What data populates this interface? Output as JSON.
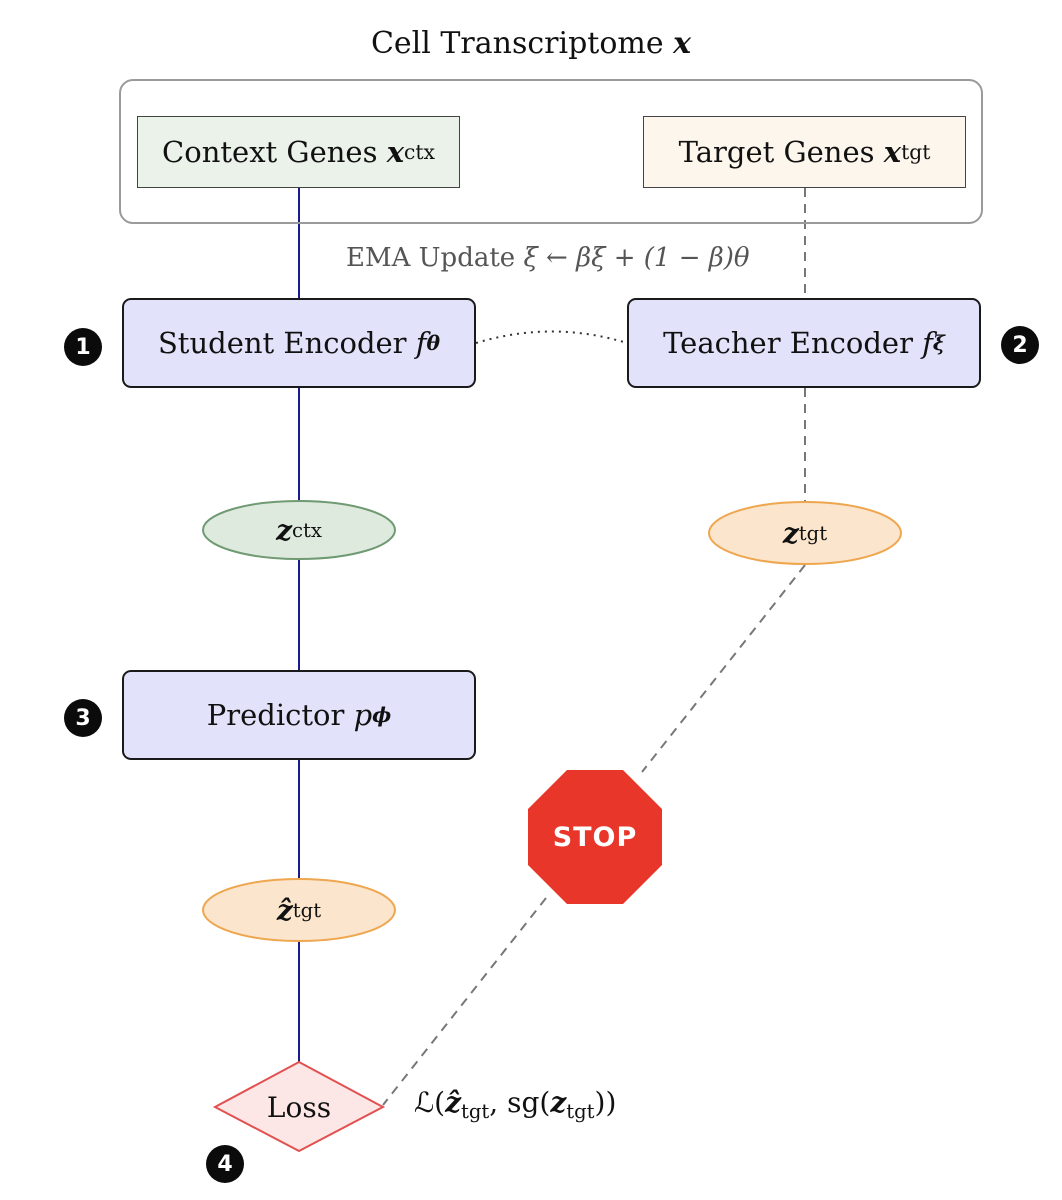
{
  "title": "Cell Transcriptome",
  "title_symbol": "x",
  "inputs": {
    "context": {
      "label": "Context Genes",
      "symbol": "x",
      "sub": "ctx"
    },
    "target": {
      "label": "Target Genes",
      "symbol": "x",
      "sub": "tgt"
    }
  },
  "ema": {
    "label": "EMA Update",
    "formula": "ξ ← βξ + (1 − β)θ"
  },
  "student": {
    "label": "Student Encoder",
    "symbol": "f",
    "param": "θ",
    "badge": "1"
  },
  "teacher": {
    "label": "Teacher Encoder",
    "symbol": "f",
    "param": "ξ",
    "badge": "2"
  },
  "z_ctx": {
    "symbol": "z",
    "sub": "ctx"
  },
  "z_tgt": {
    "symbol": "z",
    "sub": "tgt"
  },
  "predictor": {
    "label": "Predictor",
    "symbol": "p",
    "param": "ϕ",
    "badge": "3"
  },
  "z_hat_tgt": {
    "symbol": "ẑ",
    "sub": "tgt"
  },
  "stop": {
    "label": "STOP"
  },
  "loss": {
    "label": "Loss",
    "badge": "4",
    "formula_prefix": "ℒ(",
    "formula_zhat": "ẑ",
    "formula_sub1": "tgt",
    "formula_mid": ", sg(",
    "formula_z": "z",
    "formula_sub2": "tgt",
    "formula_end": "))"
  },
  "colors": {
    "solid_connector": "#1a1a8c",
    "dashed_connector": "#777777",
    "encoder_fill": "#e2e3fb",
    "ctx_ellipse_fill": "#dfeadf",
    "ctx_ellipse_stroke": "#6f9a72",
    "tgt_ellipse_fill": "#fbe5cc",
    "tgt_ellipse_stroke": "#eea64f",
    "stop_fill": "#e8362a",
    "loss_fill": "#fde6e6",
    "loss_stroke": "#e25050"
  }
}
